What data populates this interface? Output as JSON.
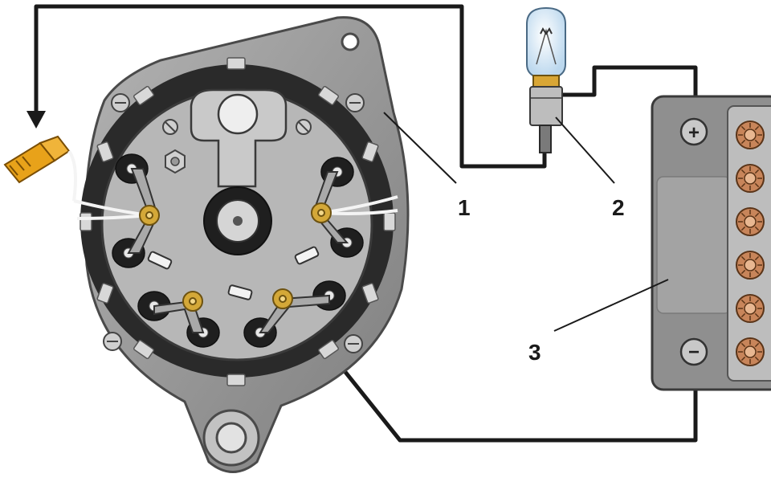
{
  "callouts": {
    "alternator": "1",
    "lamp": "2",
    "battery": "3"
  },
  "battery": {
    "positive_symbol": "+",
    "negative_symbol": "−",
    "cell_count": 6
  },
  "colors": {
    "wire": "#1a1a1a",
    "housing": "#9a9a9a",
    "housing_dark": "#5f5f5f",
    "rotor_plate": "#b9b9b9",
    "terminal_brass": "#d4a838",
    "connector_orange": "#e8a21a",
    "battery_case": "#8f8f8f",
    "battery_cell": "#c8855a",
    "bulb_glass": "#dfeefa"
  },
  "icons": {
    "connector": "plug-connector-icon",
    "lamp": "light-bulb-icon",
    "arrow": "arrow-down-icon"
  }
}
